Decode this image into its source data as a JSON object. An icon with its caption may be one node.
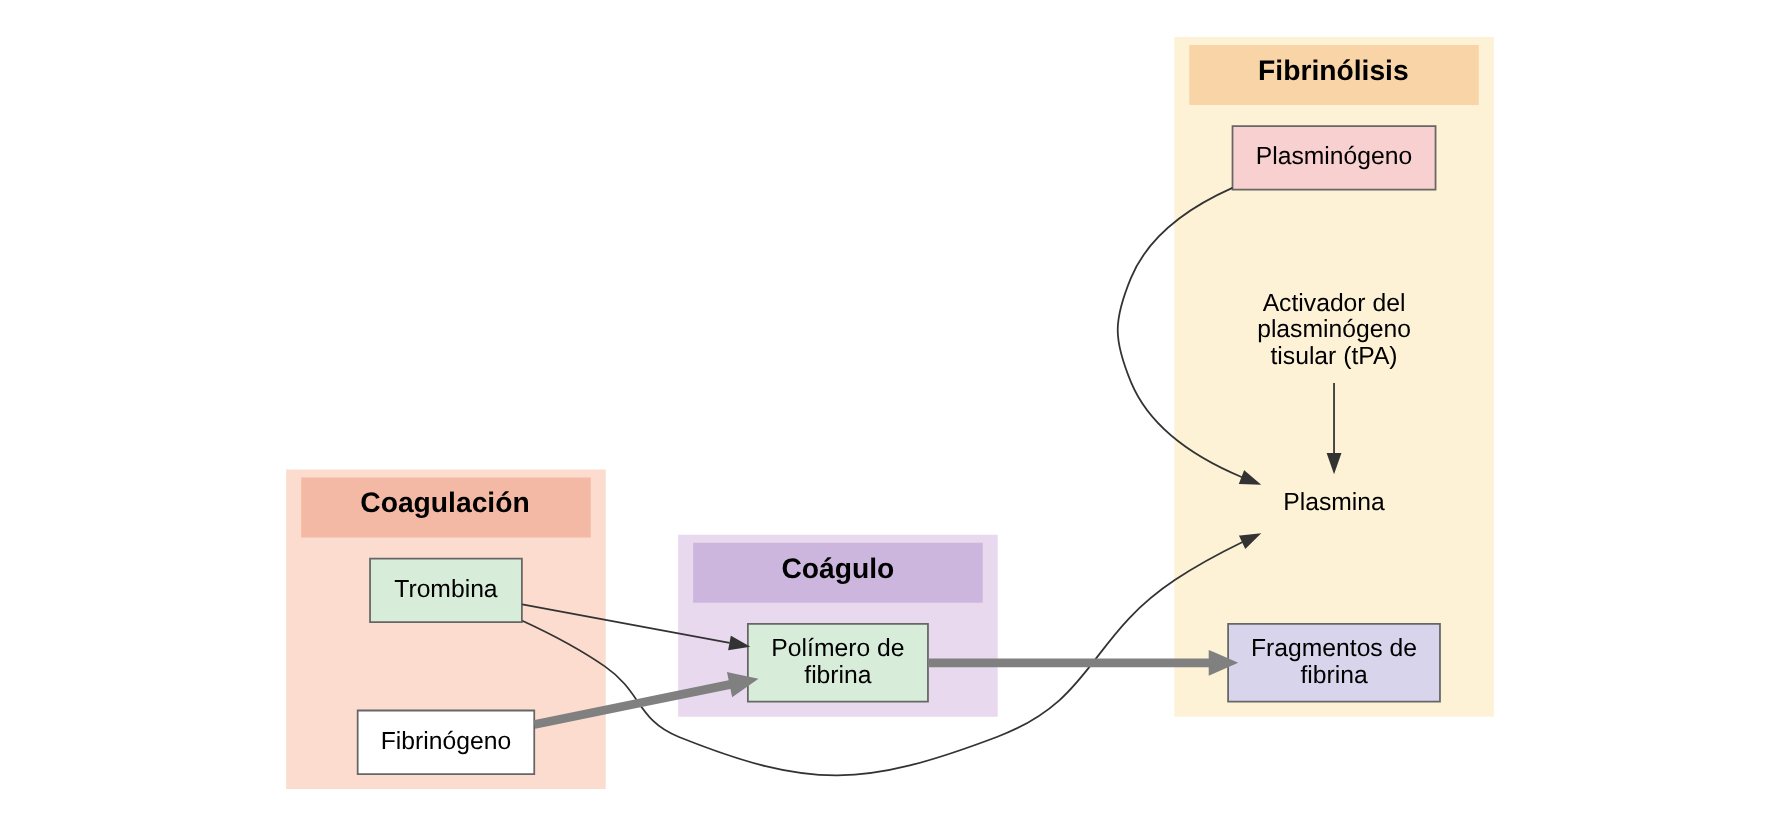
{
  "diagram": {
    "nodes": [
      {
        "text": [
          "Coagulación"
        ]
      },
      {
        "text": [
          "Coágulo"
        ]
      },
      {
        "text": [
          "Fibrinólisis"
        ]
      },
      {
        "text": [
          "Trombina"
        ],
        "in": 0
      },
      {
        "text": [
          "Plasminógeno"
        ],
        "in": 2
      },
      {
        "text": [
          "Activador del plasminógeno tisular (tPA)"
        ],
        "in": 2
      },
      {
        "text": [
          "Fibrinógeno"
        ],
        "in": 0
      },
      {
        "text": [
          "Polímero de fibrina"
        ],
        "in": 1
      },
      {
        "text": [
          "Plasmina"
        ],
        "in": 2
      },
      {
        "text": [
          "Fragmentos de fibrina"
        ],
        "in": 2
      }
    ],
    "edges": [
      {
        "from": 6,
        "to": 7,
        "arrow": "to",
        "style": "thick",
        "color": "#808080"
      },
      {
        "from": 7,
        "to": 9,
        "arrow": "to",
        "style": "thick",
        "color": "#808080"
      },
      {
        "from": 3,
        "to": 7,
        "arrow": "to"
      },
      {
        "from": 3,
        "to": 8,
        "arrow": "to"
      },
      {
        "from": 5,
        "to": 8,
        "arrow": "to"
      },
      {
        "from": 4,
        "to": 8,
        "arrow": "to"
      }
    ]
  }
}
